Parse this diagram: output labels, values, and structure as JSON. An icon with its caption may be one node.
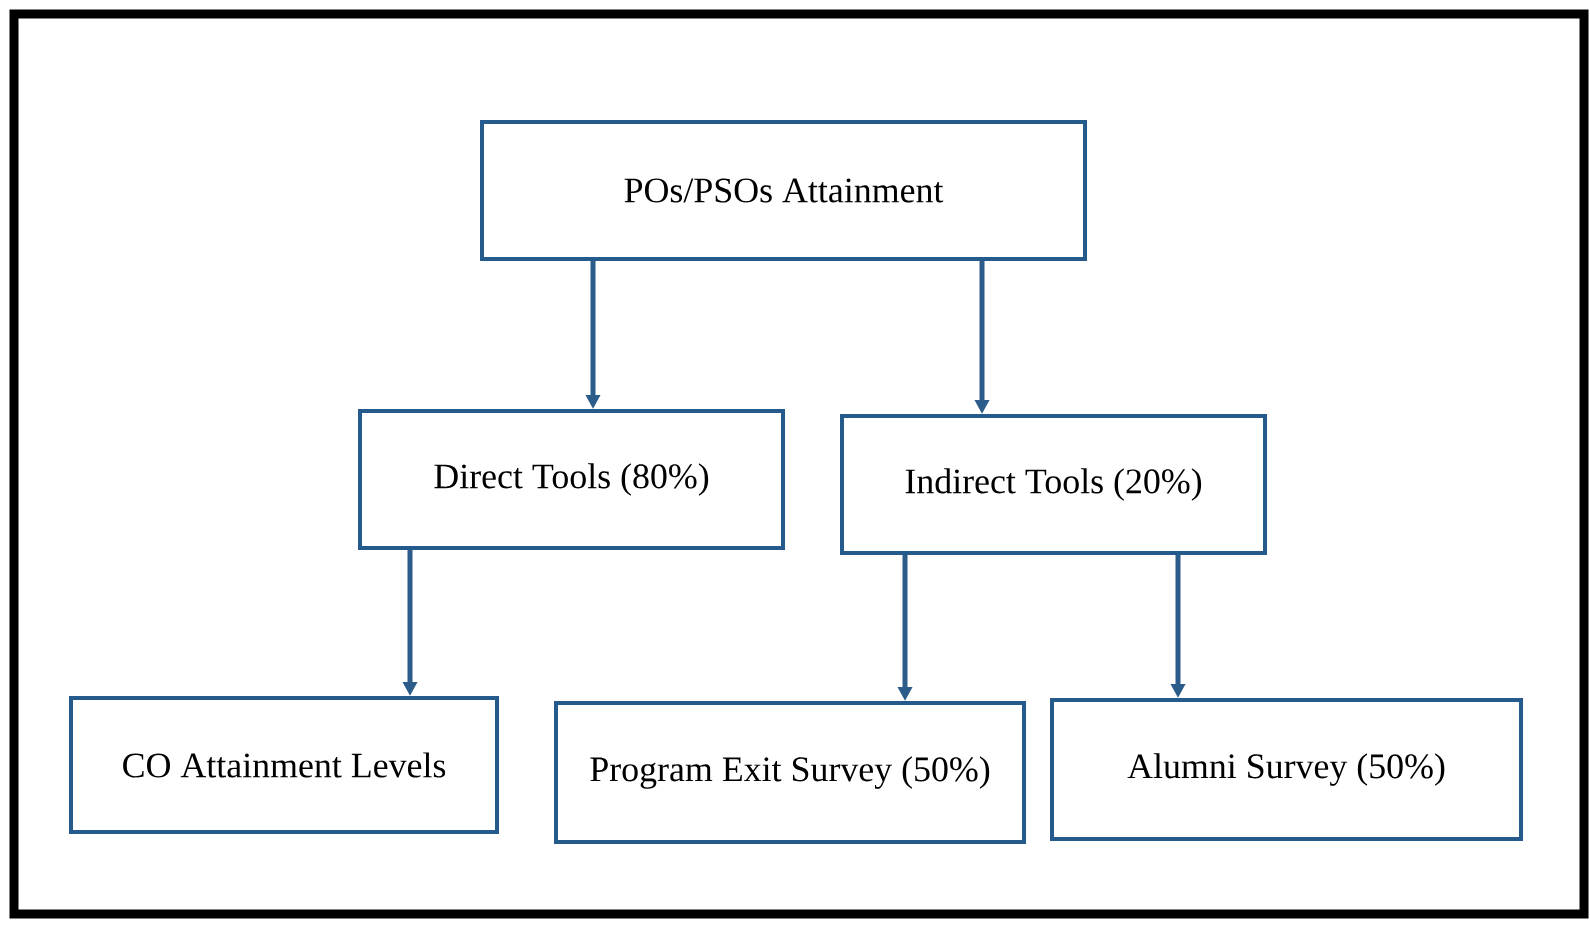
{
  "diagram": {
    "nodes": [
      {
        "text": [
          "POs/PSOs Attainment"
        ]
      },
      {
        "text": [
          "Direct Tools (80%)"
        ]
      },
      {
        "text": [
          "Indirect Tools (20%)"
        ]
      },
      {
        "text": [
          "CO Attainment Levels"
        ]
      },
      {
        "text": [
          "Program Exit Survey (50%)"
        ]
      },
      {
        "text": [
          "Alumni Survey (50%)"
        ]
      }
    ],
    "edges": [
      {
        "from": 0,
        "to": 1,
        "arrow": "to"
      },
      {
        "from": 0,
        "to": 2,
        "arrow": "to"
      },
      {
        "from": 1,
        "to": 3,
        "arrow": "to"
      },
      {
        "from": 2,
        "to": 4,
        "arrow": "to"
      },
      {
        "from": 2,
        "to": 5,
        "arrow": "to"
      }
    ]
  }
}
